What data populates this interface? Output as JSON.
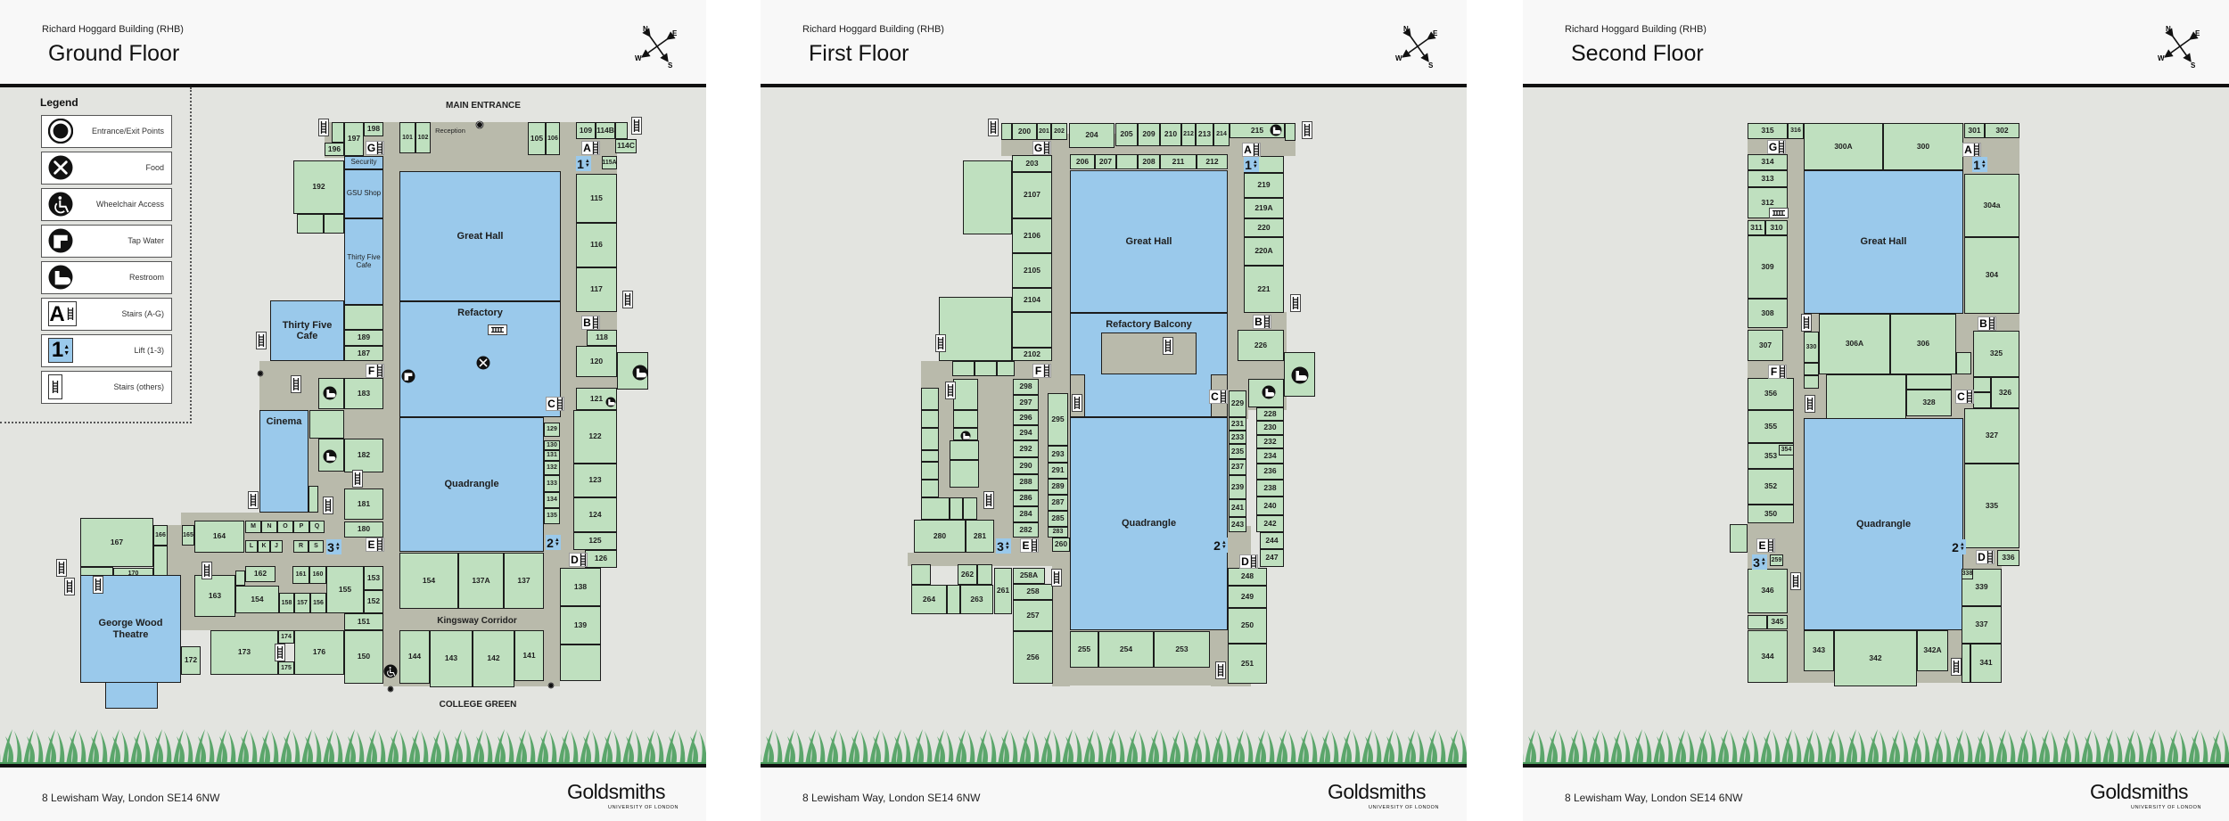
{
  "colors": {
    "room": "#bfe0bf",
    "hall": "#9ac9eb",
    "corridor": "#b9baab",
    "background": "#e3e4e0",
    "grass": "#5ba66b"
  },
  "legend": {
    "title": "Legend",
    "items": [
      {
        "label": "Entrance/Exit Points",
        "icon": "entrance-icon"
      },
      {
        "label": "Food",
        "icon": "food-icon"
      },
      {
        "label": "Wheelchair Access",
        "icon": "wheelchair-icon"
      },
      {
        "label": "Tap Water",
        "icon": "tap-water-icon"
      },
      {
        "label": "Restroom",
        "icon": "restroom-icon"
      },
      {
        "label": "Stairs (A-G)",
        "icon": "stairs-lettered-icon",
        "letter": "A"
      },
      {
        "label": "Lift (1-3)",
        "icon": "lift-icon",
        "number": "1"
      },
      {
        "label": "Stairs (others)",
        "icon": "stairs-icon"
      }
    ]
  },
  "floors": [
    {
      "building": "Richard Hoggard Building (RHB)",
      "title": "Ground Floor",
      "address": "8 Lewisham Way, London SE14 6NW",
      "logo": "Goldsmiths",
      "logo_sub": "UNIVERSITY OF LONDON",
      "compass": [
        "N",
        "E",
        "S",
        "W"
      ],
      "labels": {
        "main_entrance": "MAIN ENTRANCE",
        "college_green": "COLLEGE GREEN",
        "kingsway": "Kingsway Corridor",
        "reception": "Reception"
      },
      "stairs": [
        "A",
        "B",
        "C",
        "D",
        "E",
        "F",
        "G"
      ],
      "lifts": [
        "1",
        "2",
        "3"
      ],
      "rooms": [
        "197",
        "198",
        "196",
        "192",
        "Security",
        "GSU Shop",
        "Thirty Five Cafe",
        "189",
        "187",
        "101",
        "102",
        "105",
        "106",
        "109",
        "114B",
        "114C",
        "115A",
        "115",
        "116",
        "117",
        "118",
        "120",
        "121",
        "Great Hall",
        "Refactory",
        "Quadrangle",
        "Thirty Five Cafe",
        "183",
        "182",
        "Cinema",
        "181",
        "180",
        "167",
        "170",
        "166",
        "165",
        "164",
        "M",
        "N",
        "O",
        "P",
        "Q",
        "L",
        "K",
        "J",
        "R",
        "S",
        "162",
        "163",
        "154",
        "161",
        "160",
        "158",
        "157",
        "156",
        "155",
        "153",
        "152",
        "151",
        "173",
        "174",
        "175",
        "176",
        "150",
        "George Wood Theatre",
        "172",
        "144",
        "143",
        "142",
        "141",
        "154",
        "137A",
        "137",
        "129",
        "130",
        "131",
        "132",
        "133",
        "134",
        "135",
        "122",
        "123",
        "124",
        "125",
        "126",
        "138",
        "139"
      ]
    },
    {
      "building": "Richard Hoggard Building (RHB)",
      "title": "First Floor",
      "address": "8 Lewisham Way, London SE14 6NW",
      "logo": "Goldsmiths",
      "logo_sub": "UNIVERSITY OF LONDON",
      "compass": [
        "N",
        "E",
        "S",
        "W"
      ],
      "stairs": [
        "A",
        "B",
        "C",
        "D",
        "E",
        "F",
        "G"
      ],
      "lifts": [
        "1",
        "2",
        "3"
      ],
      "rooms": [
        "200",
        "201",
        "202",
        "204",
        "205",
        "209",
        "210",
        "212",
        "213",
        "214",
        "215",
        "206",
        "207",
        "208",
        "211",
        "212",
        "Great Hall",
        "Refactory Balcony",
        "Quadrangle",
        "203",
        "2107",
        "2106",
        "2105",
        "2104",
        "2102",
        "280",
        "281",
        "298",
        "297",
        "296",
        "294",
        "292",
        "290",
        "288",
        "286",
        "284",
        "282",
        "295",
        "293",
        "291",
        "289",
        "287",
        "285",
        "283",
        "260",
        "262",
        "264",
        "263",
        "261",
        "258A",
        "258",
        "257",
        "256",
        "255",
        "254",
        "253",
        "219",
        "219A",
        "220",
        "220A",
        "221",
        "226",
        "229",
        "231",
        "233",
        "235",
        "237",
        "239",
        "241",
        "243",
        "228",
        "230",
        "232",
        "234",
        "236",
        "238",
        "240",
        "242",
        "244",
        "247",
        "248",
        "249",
        "250",
        "251"
      ]
    },
    {
      "building": "Richard Hoggard Building (RHB)",
      "title": "Second Floor",
      "address": "8 Lewisham Way, London SE14 6NW",
      "logo": "Goldsmiths",
      "logo_sub": "UNIVERSITY OF LONDON",
      "compass": [
        "N",
        "E",
        "S",
        "W"
      ],
      "stairs": [
        "A",
        "B",
        "C",
        "D",
        "E",
        "F",
        "G"
      ],
      "lifts": [
        "1",
        "2",
        "3"
      ],
      "rooms": [
        "315",
        "316",
        "300A",
        "300",
        "301",
        "302",
        "314",
        "313",
        "312",
        "311",
        "310",
        "309",
        "308",
        "307",
        "Great Hall",
        "304a",
        "304",
        "330",
        "306A",
        "306",
        "328",
        "325",
        "326",
        "327",
        "335",
        "336",
        "356",
        "355",
        "353",
        "354",
        "352",
        "350",
        "Quadrangle",
        "259",
        "346",
        "345",
        "344",
        "343",
        "342",
        "342A",
        "339",
        "338",
        "337",
        "341"
      ]
    }
  ]
}
